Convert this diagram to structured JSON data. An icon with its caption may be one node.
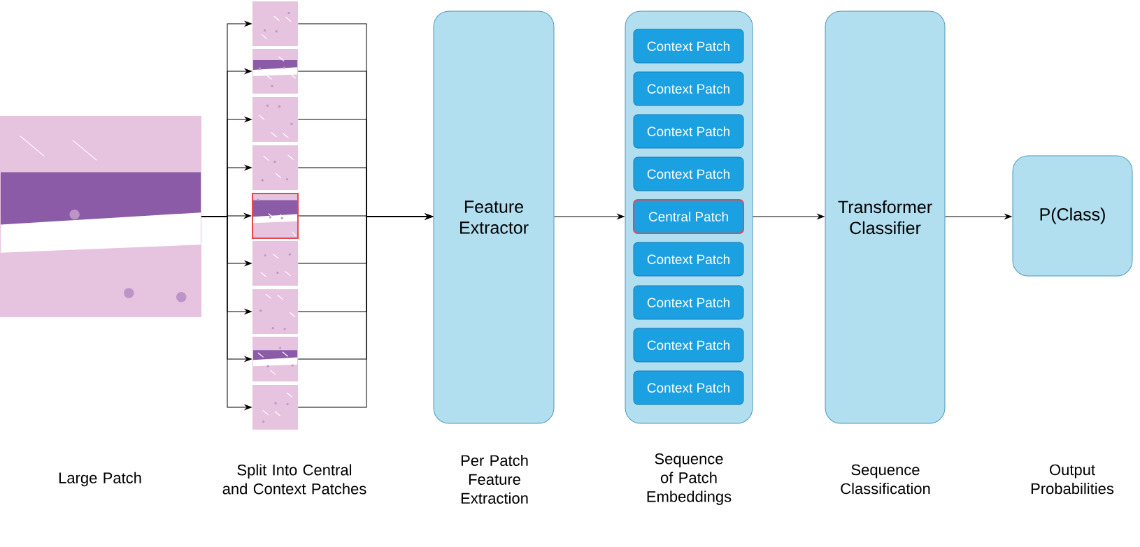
{
  "diagram": {
    "nodes": [
      {
        "text": [],
        "shape": "picture"
      },
      {
        "text": [],
        "shape": "picture"
      },
      {
        "text": [],
        "shape": "picture"
      },
      {
        "text": [],
        "shape": "picture"
      },
      {
        "text": [],
        "shape": "picture"
      },
      {
        "text": [],
        "shape": "picture"
      },
      {
        "text": [],
        "shape": "picture"
      },
      {
        "text": [],
        "shape": "picture"
      },
      {
        "text": [],
        "shape": "picture"
      },
      {
        "text": [],
        "shape": "picture"
      },
      {
        "text": [
          "Feature Extractor"
        ]
      },
      {
        "text": [],
        "shape": "box"
      },
      {
        "text": [
          "Context Patch"
        ],
        "in": 11
      },
      {
        "text": [
          "Context Patch"
        ],
        "in": 11
      },
      {
        "text": [
          "Context Patch"
        ],
        "in": 11
      },
      {
        "text": [
          "Context Patch"
        ],
        "in": 11
      },
      {
        "text": [
          "Central Patch"
        ],
        "in": 11
      },
      {
        "text": [
          "Context Patch"
        ],
        "in": 11
      },
      {
        "text": [
          "Context Patch"
        ],
        "in": 11
      },
      {
        "text": [
          "Context Patch"
        ],
        "in": 11
      },
      {
        "text": [
          "Context Patch"
        ],
        "in": 11
      },
      {
        "text": [
          "Transformer Classifier"
        ]
      },
      {
        "text": [
          "P(Class)"
        ]
      }
    ],
    "edges": [
      {
        "from": 0,
        "to": 1,
        "arrow": "to"
      },
      {
        "from": 0,
        "to": 2,
        "arrow": "to"
      },
      {
        "from": 0,
        "to": 3,
        "arrow": "to"
      },
      {
        "from": 0,
        "to": 4,
        "arrow": "to"
      },
      {
        "from": 0,
        "to": 5,
        "arrow": "to"
      },
      {
        "from": 0,
        "to": 6,
        "arrow": "to"
      },
      {
        "from": 0,
        "to": 7,
        "arrow": "to"
      },
      {
        "from": 0,
        "to": 8,
        "arrow": "to"
      },
      {
        "from": 0,
        "to": 9,
        "arrow": "to"
      },
      {
        "from": 1,
        "to": 10,
        "arrow": "to"
      },
      {
        "from": 2,
        "to": 10,
        "arrow": "to"
      },
      {
        "from": 3,
        "to": 10,
        "arrow": "to"
      },
      {
        "from": 4,
        "to": 10,
        "arrow": "to"
      },
      {
        "from": 5,
        "to": 10,
        "arrow": "to"
      },
      {
        "from": 6,
        "to": 10,
        "arrow": "to"
      },
      {
        "from": 7,
        "to": 10,
        "arrow": "to"
      },
      {
        "from": 8,
        "to": 10,
        "arrow": "to"
      },
      {
        "from": 9,
        "to": 10,
        "arrow": "to"
      },
      {
        "from": 10,
        "to": 11,
        "arrow": "to"
      },
      {
        "from": 11,
        "to": 21,
        "arrow": "to"
      },
      {
        "from": 21,
        "to": 22,
        "arrow": "to"
      }
    ],
    "labels": [
      "Large Patch",
      "Split Into Central and Context Patches",
      "Per Patch Feature Extraction",
      "Sequence of Patch Embeddings",
      "Sequence Classification",
      "Output Probabilities"
    ]
  }
}
